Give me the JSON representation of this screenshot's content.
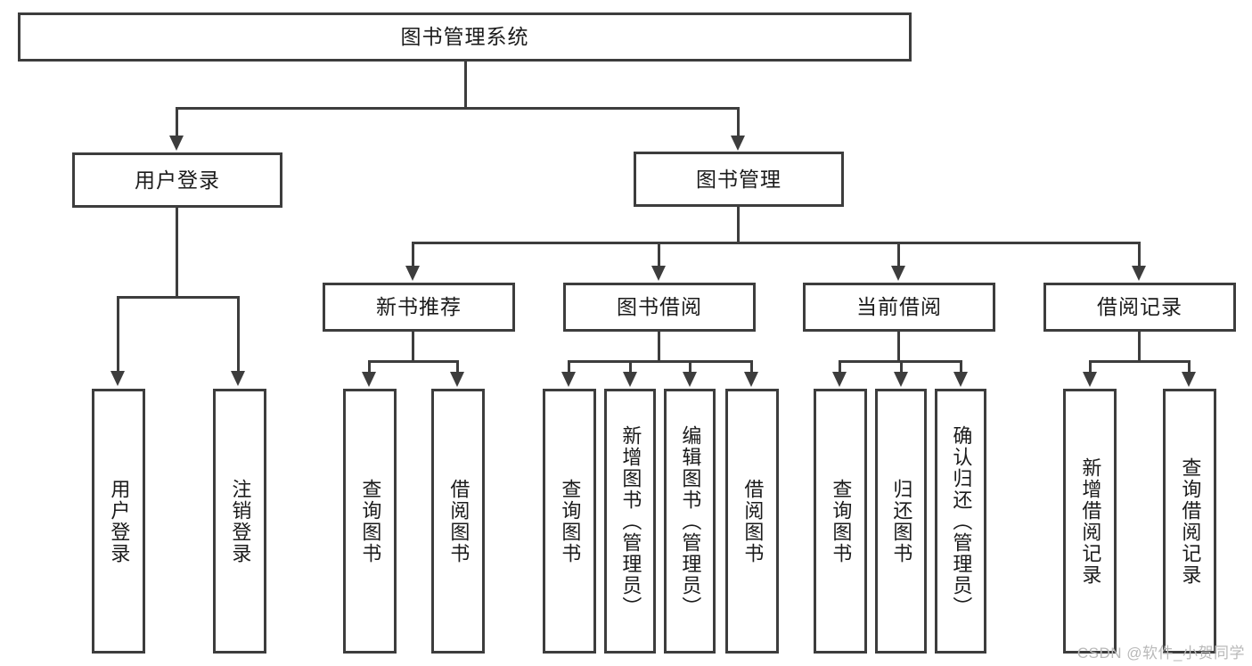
{
  "diagram": {
    "title": "图书管理系统",
    "type": "tree-hierarchy",
    "root": {
      "label": "图书管理系统"
    },
    "level1": [
      {
        "label": "用户登录"
      },
      {
        "label": "图书管理"
      }
    ],
    "level2": [
      {
        "label": "新书推荐"
      },
      {
        "label": "图书借阅"
      },
      {
        "label": "当前借阅"
      },
      {
        "label": "借阅记录"
      }
    ],
    "leaves": {
      "user_login": [
        {
          "label": "用户登录"
        },
        {
          "label": "注销登录"
        }
      ],
      "new_book_recommend": [
        {
          "label": "查询图书"
        },
        {
          "label": "借阅图书"
        }
      ],
      "book_borrow": [
        {
          "label": "查询图书"
        },
        {
          "label": "新增图书（管理员）"
        },
        {
          "label": "编辑图书（管理员）"
        },
        {
          "label": "借阅图书"
        }
      ],
      "current_borrow": [
        {
          "label": "查询图书"
        },
        {
          "label": "归还图书"
        },
        {
          "label": "确认归还（管理员）"
        }
      ],
      "borrow_record": [
        {
          "label": "新增借阅记录"
        },
        {
          "label": "查询借阅记录"
        }
      ]
    }
  },
  "watermark": {
    "text": "CSDN @软件_小贺同学"
  },
  "colors": {
    "stroke": "#3d3d3d",
    "fill": "#ffffff",
    "text": "#1b1b1b",
    "watermark": "#b9b9b9"
  }
}
